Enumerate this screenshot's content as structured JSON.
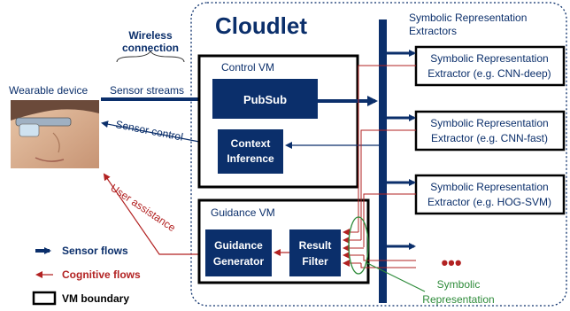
{
  "cloudlet": {
    "title": "Cloudlet"
  },
  "wireless": {
    "line1": "Wireless",
    "line2": "connection"
  },
  "wearable": {
    "label": "Wearable device"
  },
  "arrows": {
    "sensor_streams": "Sensor streams",
    "sensor_control": "Sensor control",
    "user_assistance": "User assistance"
  },
  "control_vm": {
    "label": "Control VM",
    "pubsub": "PubSub",
    "context_line1": "Context",
    "context_line2": "Inference"
  },
  "guidance_vm": {
    "label": "Guidance VM",
    "generator_line1": "Guidance",
    "generator_line2": "Generator",
    "filter_line1": "Result",
    "filter_line2": "Filter"
  },
  "extractors": {
    "header_line1": "Symbolic Representation",
    "header_line2": "Extractors",
    "items": [
      {
        "line1": "Symbolic Representation",
        "line2": "Extractor (e.g. CNN-deep)"
      },
      {
        "line1": "Symbolic Representation",
        "line2": "Extractor (e.g. CNN-fast)"
      },
      {
        "line1": "Symbolic Representation",
        "line2": "Extractor (e.g. HOG-SVM)"
      }
    ],
    "more": "•••"
  },
  "symbolic_callout": {
    "line1": "Symbolic",
    "line2": "Representation"
  },
  "legend": {
    "sensor_flows": "Sensor flows",
    "cognitive_flows": "Cognitive flows",
    "vm_boundary": "VM boundary"
  },
  "colors": {
    "navy": "#0b2f6b",
    "red": "#b22222",
    "green": "#2e8b3a",
    "black": "#000000"
  }
}
